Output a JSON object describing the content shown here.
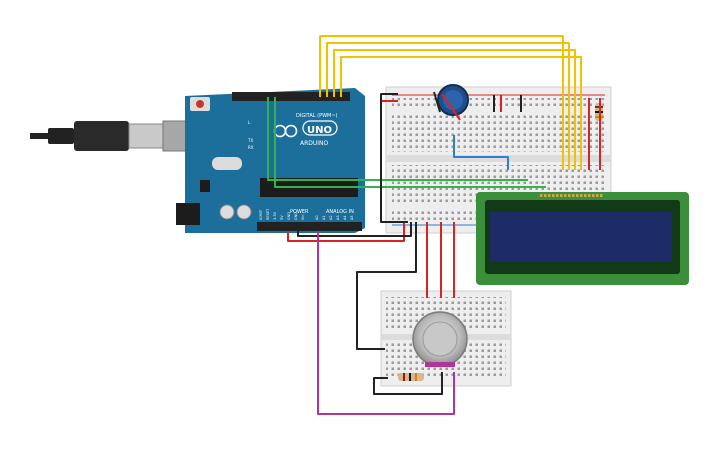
{
  "arduino": {
    "brand": "ARDUINO",
    "model": "UNO",
    "digital_label": "DIGITAL (PWM~)",
    "power_label": "POWER",
    "analog_label": "ANALOG IN",
    "led_tx": "TX",
    "led_rx": "RX",
    "led_l": "L",
    "power_pins": [
      "IOREF",
      "RESET",
      "3.3V",
      "5V",
      "GND",
      "GND",
      "Vin"
    ],
    "analog_pins": [
      "A0",
      "A1",
      "A2",
      "A3",
      "A4",
      "A5"
    ]
  },
  "colors": {
    "arduino_board": "#1b6f9a",
    "wire_yellow": "#f2c200",
    "wire_green": "#36b24a",
    "wire_red": "#d62424",
    "wire_black": "#222222",
    "wire_blue": "#2e7ed6",
    "wire_magenta": "#b03594",
    "lcd_screen": "#1d2b66",
    "lcd_pcb": "#3c8f3a",
    "breadboard": "#eeeeee"
  },
  "components": {
    "usb_cable": "usb-cable",
    "potentiometer": "potentiometer",
    "lcd": "lcd-16x2",
    "gas_sensor": "gas-sensor",
    "resistor_top": "resistor",
    "resistor_bottom": "resistor"
  }
}
